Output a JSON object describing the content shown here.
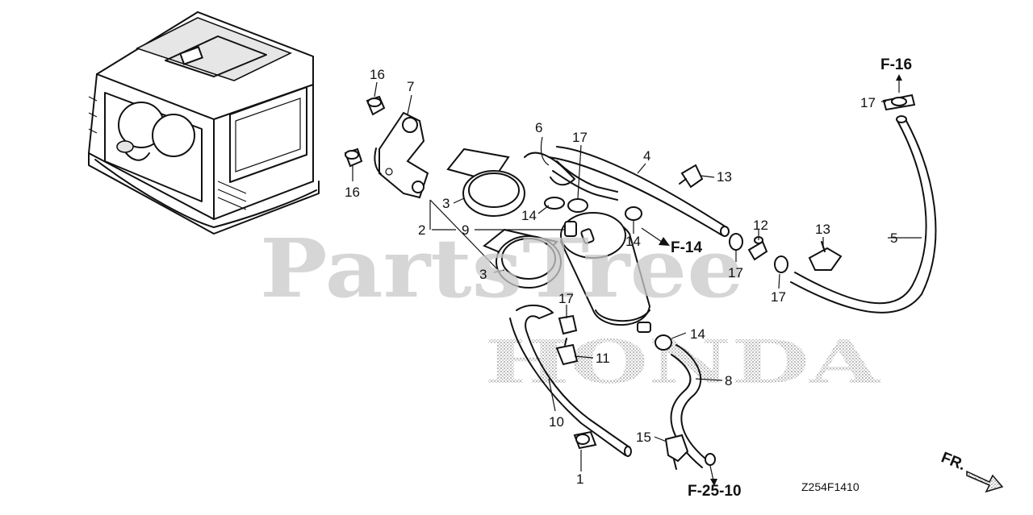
{
  "watermark": "PartsTree",
  "brand_mark": "HONDA",
  "diagram_code": "Z254F1410",
  "direction_label": "FR.",
  "references": {
    "f16": "F-16",
    "f14": "F-14",
    "f2510": "F-25-10"
  },
  "callouts": [
    {
      "id": "c16a",
      "text": "16"
    },
    {
      "id": "c16b",
      "text": "16"
    },
    {
      "id": "c7",
      "text": "7"
    },
    {
      "id": "c3a",
      "text": "3"
    },
    {
      "id": "c3b",
      "text": "3"
    },
    {
      "id": "c2",
      "text": "2"
    },
    {
      "id": "c9",
      "text": "9"
    },
    {
      "id": "c6",
      "text": "6"
    },
    {
      "id": "c17a",
      "text": "17"
    },
    {
      "id": "c14a",
      "text": "14"
    },
    {
      "id": "c4",
      "text": "4"
    },
    {
      "id": "c13a",
      "text": "13"
    },
    {
      "id": "c14b",
      "text": "14"
    },
    {
      "id": "c12",
      "text": "12"
    },
    {
      "id": "c17b",
      "text": "17"
    },
    {
      "id": "c13b",
      "text": "13"
    },
    {
      "id": "c17c",
      "text": "17"
    },
    {
      "id": "c17d",
      "text": "17"
    },
    {
      "id": "c5",
      "text": "5"
    },
    {
      "id": "c17e",
      "text": "17"
    },
    {
      "id": "c11",
      "text": "11"
    },
    {
      "id": "c14c",
      "text": "14"
    },
    {
      "id": "c8",
      "text": "8"
    },
    {
      "id": "c10",
      "text": "10"
    },
    {
      "id": "c15",
      "text": "15"
    },
    {
      "id": "c1",
      "text": "1"
    }
  ]
}
